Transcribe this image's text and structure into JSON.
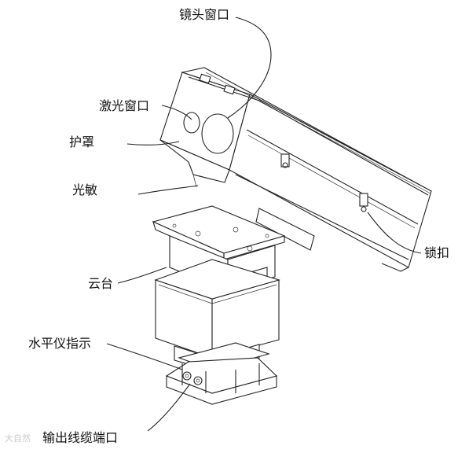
{
  "labels": {
    "lens_window": "镜头窗口",
    "laser_window": "激光窗口",
    "housing": "护罩",
    "photosensor": "光敏",
    "lock": "锁扣",
    "pan_tilt": "云台",
    "level_indicator": "水平仪指示",
    "output_cable_port": "输出线缆端口"
  },
  "watermark": "大自然"
}
